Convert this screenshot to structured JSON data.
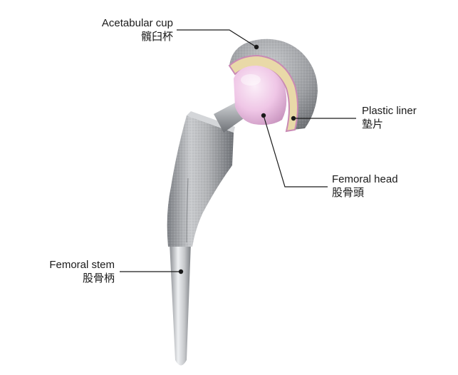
{
  "labels": {
    "acetabular_cup": {
      "en": "Acetabular cup",
      "zh": "髖臼杯"
    },
    "plastic_liner": {
      "en": "Plastic liner",
      "zh": "墊片"
    },
    "femoral_head": {
      "en": "Femoral head",
      "zh": "股骨頭"
    },
    "femoral_stem": {
      "en": "Femoral stem",
      "zh": "股骨柄"
    }
  },
  "colors": {
    "background": "#ffffff",
    "leader_line": "#1a1a1a",
    "metal": "#a9abae",
    "liner": "#e9d9a8",
    "liner_rim": "#c98ab4",
    "head": "#efc6e6"
  }
}
